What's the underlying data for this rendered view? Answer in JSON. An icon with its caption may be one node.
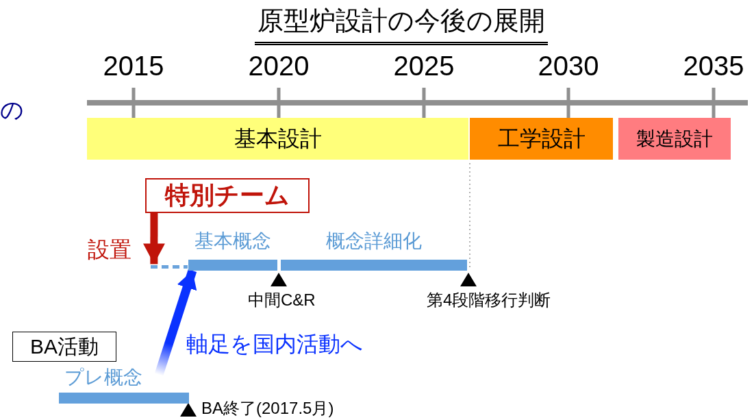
{
  "diagram": {
    "title": "原型炉設計の今後の展開",
    "nodes": [
      {
        "text": [
          "基本設計"
        ]
      },
      {
        "text": [
          "工学設計"
        ]
      },
      {
        "text": [
          "製造設計"
        ]
      },
      {
        "text": [
          "特別チーム"
        ]
      },
      {
        "text": [
          "基本概念"
        ]
      },
      {
        "text": [
          "概念詳細化"
        ]
      },
      {
        "text": [
          "BA活動"
        ]
      },
      {
        "text": [
          "プレ概念"
        ]
      },
      {
        "text": [],
        "shape": "bar"
      }
    ],
    "edges": [
      {
        "from": 7,
        "to": 4,
        "arrow": "to",
        "label": "軸足を国内活動へ",
        "color": "#0a32ff"
      },
      {
        "from": 3,
        "to": 8,
        "arrow": "to",
        "label": "設置",
        "color": "#c0140a"
      }
    ],
    "labels": [
      "2015",
      "2020",
      "2025",
      "2030",
      "2035",
      "の",
      "中間C&R",
      "第4段階移行判断",
      "BA終了(2017.5月)"
    ]
  }
}
